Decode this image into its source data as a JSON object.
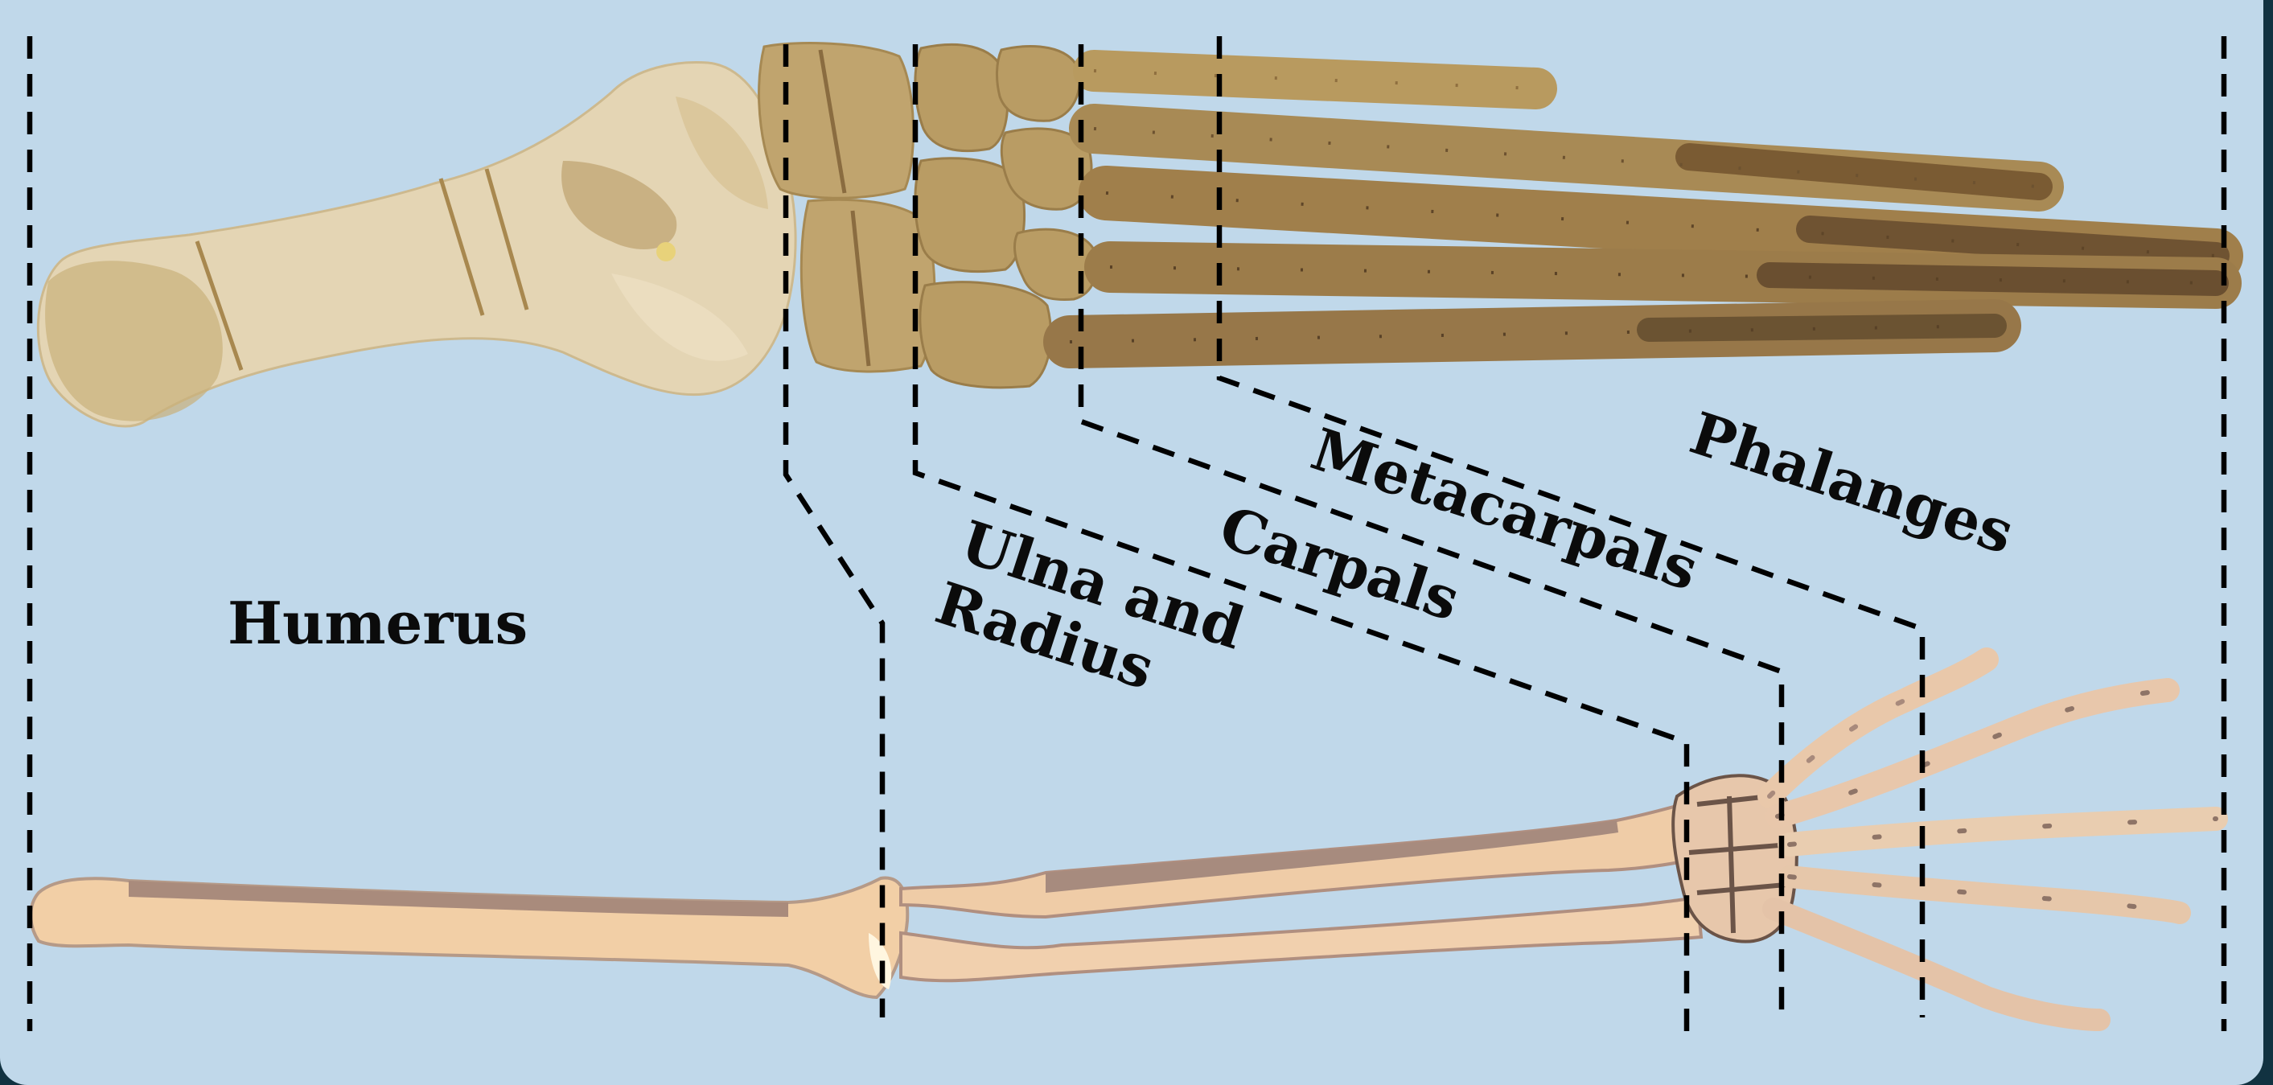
{
  "labels": {
    "humerus": "Humerus",
    "ulna_and_radius_line1": "Ulna and",
    "ulna_and_radius_line2": "Radius",
    "carpals": "Carpals",
    "metacarpals": "Metacarpals",
    "phalanges": "Phalanges"
  },
  "colors": {
    "background": "#c0d8ea",
    "frame": "#113241",
    "fossil_light": "#e5d6b6",
    "fossil_mid": "#b79a5f",
    "fossil_dark": "#7a5e3b",
    "human_bone_light": "#f3d2ae",
    "human_bone_shadow": "#a98b7c",
    "guide_lines": "#000000"
  }
}
